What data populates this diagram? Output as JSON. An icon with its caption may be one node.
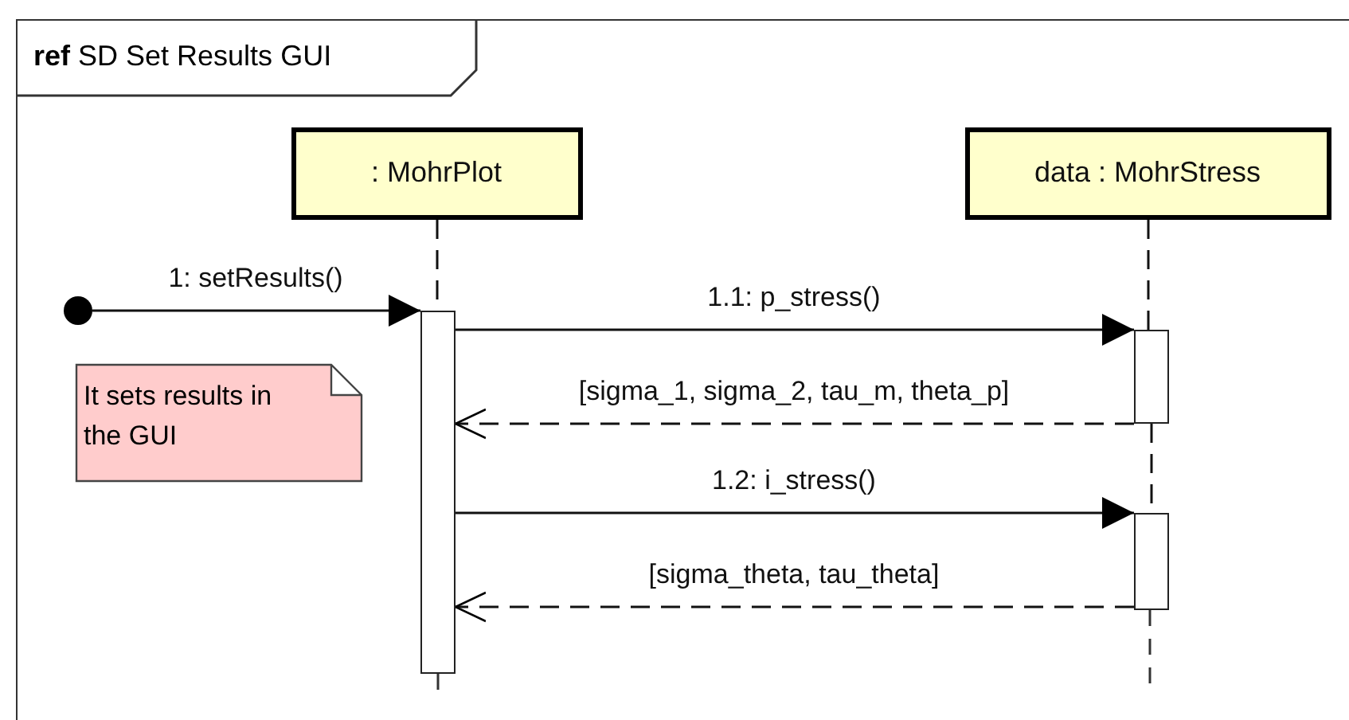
{
  "diagram": {
    "nodes": [
      {
        "text": [
          "**ref** SD Set Results GUI"
        ]
      },
      {
        "text": [
          ": MohrPlot"
        ],
        "in": 0
      },
      {
        "text": [
          "data : MohrStress"
        ],
        "in": 0
      },
      {
        "text": [],
        "shape": "circle",
        "in": 0
      },
      {
        "text": [],
        "shape": "bar",
        "in": 0
      },
      {
        "text": [],
        "shape": "bar",
        "in": 0
      },
      {
        "text": [],
        "shape": "bar",
        "in": 0
      },
      {
        "text": [
          "It sets results in the GUI"
        ],
        "in": 0
      }
    ],
    "edges": [
      {
        "from": 1,
        "to": 4,
        "arrow": "none",
        "style": "dashed"
      },
      {
        "from": 2,
        "to": 5,
        "arrow": "none",
        "style": "dashed"
      },
      {
        "from": 5,
        "to": 6,
        "arrow": "none",
        "style": "dashed"
      },
      {
        "from": 3,
        "to": 4,
        "arrow": "to",
        "label": "1: setResults()"
      },
      {
        "from": 4,
        "to": 5,
        "arrow": "to",
        "label": "1.1: p_stress()"
      },
      {
        "from": 5,
        "to": 4,
        "arrow": "to",
        "label": "[sigma_1, sigma_2, tau_m, theta_p]",
        "style": "dashed"
      },
      {
        "from": 4,
        "to": 6,
        "arrow": "to",
        "label": "1.2: i_stress()"
      },
      {
        "from": 6,
        "to": 4,
        "arrow": "to",
        "label": "[sigma_theta, tau_theta]",
        "style": "dashed"
      }
    ]
  }
}
